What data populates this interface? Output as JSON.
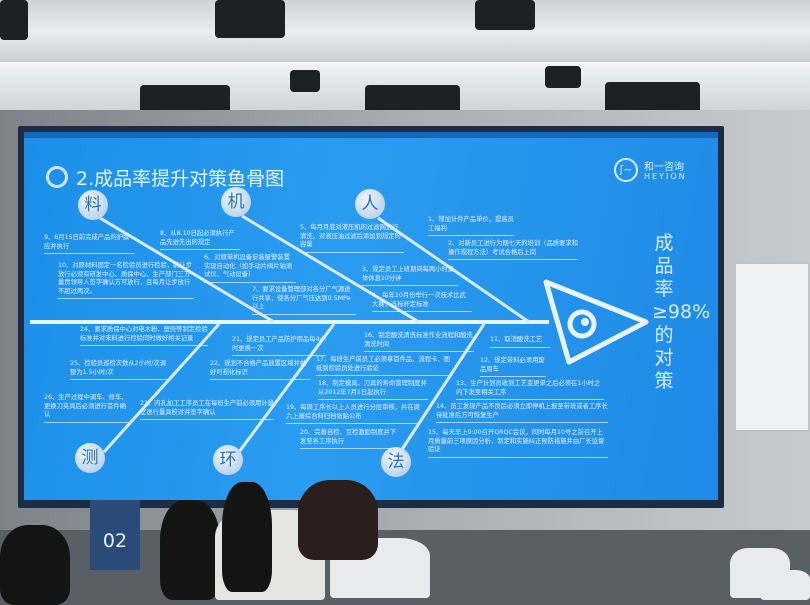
{
  "slide": {
    "title": "2.成品率提升对策鱼骨图",
    "brand": {
      "name_cn": "和一咨询",
      "name_en": "HEYION"
    },
    "goal": "成品率≥98%的对策",
    "categories": [
      "料",
      "机",
      "人",
      "测",
      "环",
      "法"
    ],
    "items": [
      "1、增加计件产品单价，提高员工福利",
      "2、对新员工进行为期七天的培训（品质要求和操作规程方法）考试合格后上岗",
      "3、规定员工上班期间每两小时集体休息10分钟",
      "4、每年10月份举行一次技术比武大赛，选标杆定标准",
      "5、每月月底对液压机的过滤网进行清洗，对液压油过滤后添加到规定的容量",
      "6、对原单机设备安装报警装置实现自动化（如手动片阀片轴测试仪、气动设备）",
      "7、要求设备管理部对各分厂气源进行共享，使各分厂气压达到0.5MPa以上",
      "8、从8.10日起必须执行产品先进先出的规定",
      "9、6月15日前完成产品的护膜应并执行",
      "10、对原材料固定一名检验员进行检验，前让步放行必须有研发中心、质保中心、生产部门三方量责领导人签字确认方可放行，且每月让步放行不超过两次。",
      "11、取消酸洗工艺",
      "12、规定带料必须用废品周车",
      "13、生产计划员收到工艺变更单之后必须在1小时之内下发至相关工序",
      "14、员工发现产品不良后必须立即停机上报至带班或者工序长待批准后方可恢复生产",
      "15、每天早上9:00召开QRQC会议，同时每月10号之前召开上月质量前三项原因分析，制定和实施纠正预防措施并由厂长监督验证",
      "16、制定酸洗清洗标准作业流程和酸洗清洗时间",
      "17、每班生产前员工必须拿首件品、流程卡、图纸到检验员处进行验证",
      "18、制定模具、刀具的寿命管理制度并从2012年7月1日起执行",
      "19、每周工序长以上人员进行分层审核，并在周六上报综合科归档张贴公布",
      "20、完善自检、互检激励制度并下发至各工序执行",
      "21、规定员工产品防护用品每4小时更换一次",
      "22、规划不合格产品放置区域并做好可视化标识",
      "23、内孔加工工序员工在每班生产前必须用计量室进行量具校对并签字确认",
      "24、要求质保中心对电木粉、塑壳等制定检验标准并对来料进行检验同时做好相关记录",
      "25、检验员巡检次数从2小时/次调整为1.5小时/次",
      "26、生产过程中调车、修车、更换刀夹具后必须进行首件确认"
    ]
  },
  "room": {
    "table_tent": "02"
  },
  "colors": {
    "slide_blue": "#1f8fe9",
    "text": "#e6f2ff"
  }
}
